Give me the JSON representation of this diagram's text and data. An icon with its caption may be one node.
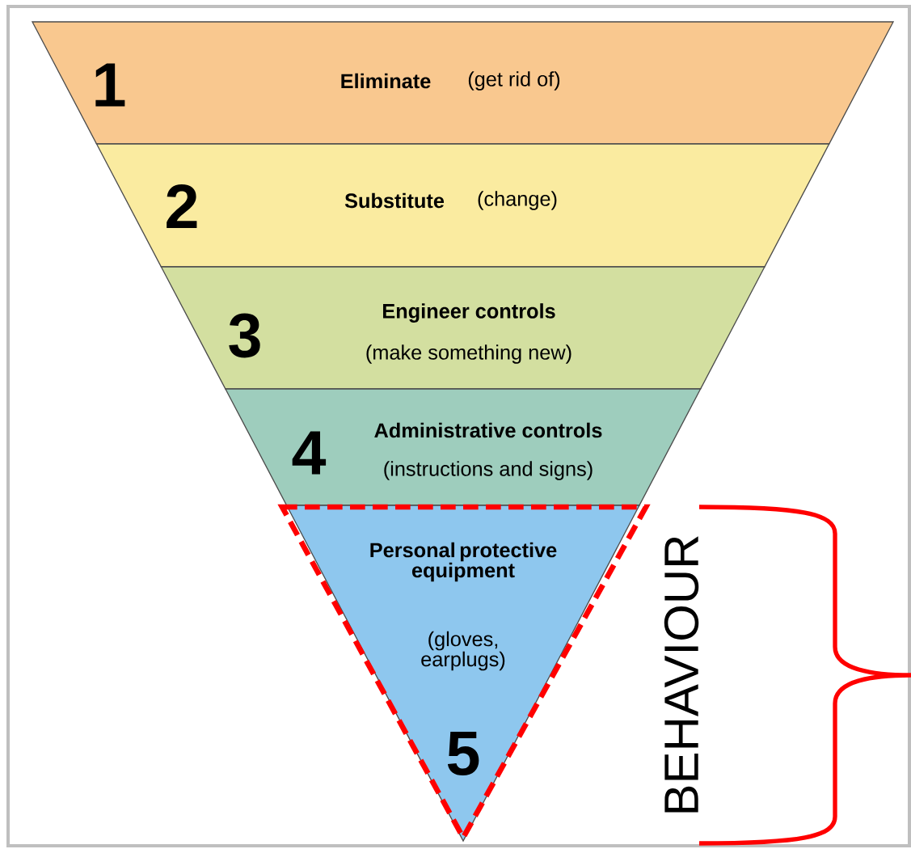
{
  "diagram": {
    "nodes": [
      {
        "text": [
          "1",
          "Eliminate",
          "(get rid of)"
        ]
      },
      {
        "text": [
          "2",
          "Substitute",
          "(change)"
        ]
      },
      {
        "text": [
          "3",
          "Engineer controls",
          "(make something new)"
        ]
      },
      {
        "text": [
          "4",
          "Administrative controls",
          "(instructions and signs)"
        ]
      },
      {
        "text": [
          "Personal protective equipment",
          "(gloves, earplugs)",
          "5"
        ]
      }
    ],
    "labels": [
      "BEHAVIOUR"
    ]
  }
}
